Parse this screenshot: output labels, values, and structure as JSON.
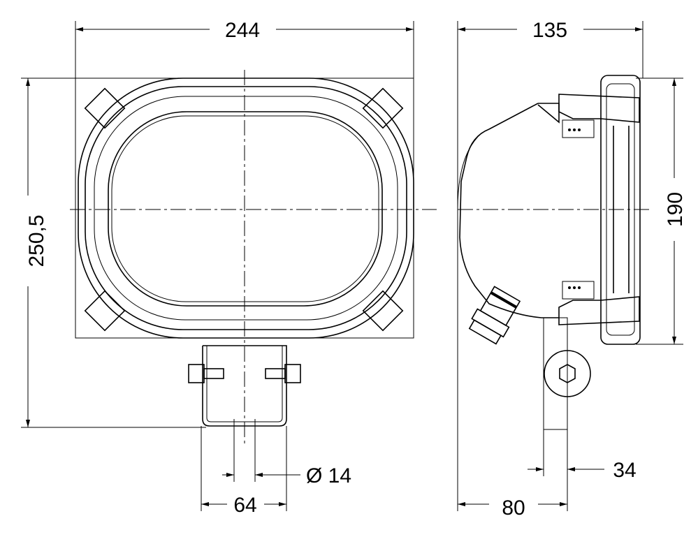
{
  "title": "Lamp housing dimension drawing",
  "dimensions": {
    "front_width": "244",
    "front_height": "250,5",
    "bracket_hole": "Ø 14",
    "bracket_width": "64",
    "side_depth": "135",
    "side_height": "190",
    "side_bracket_offset": "80",
    "side_bracket_width": "34"
  }
}
